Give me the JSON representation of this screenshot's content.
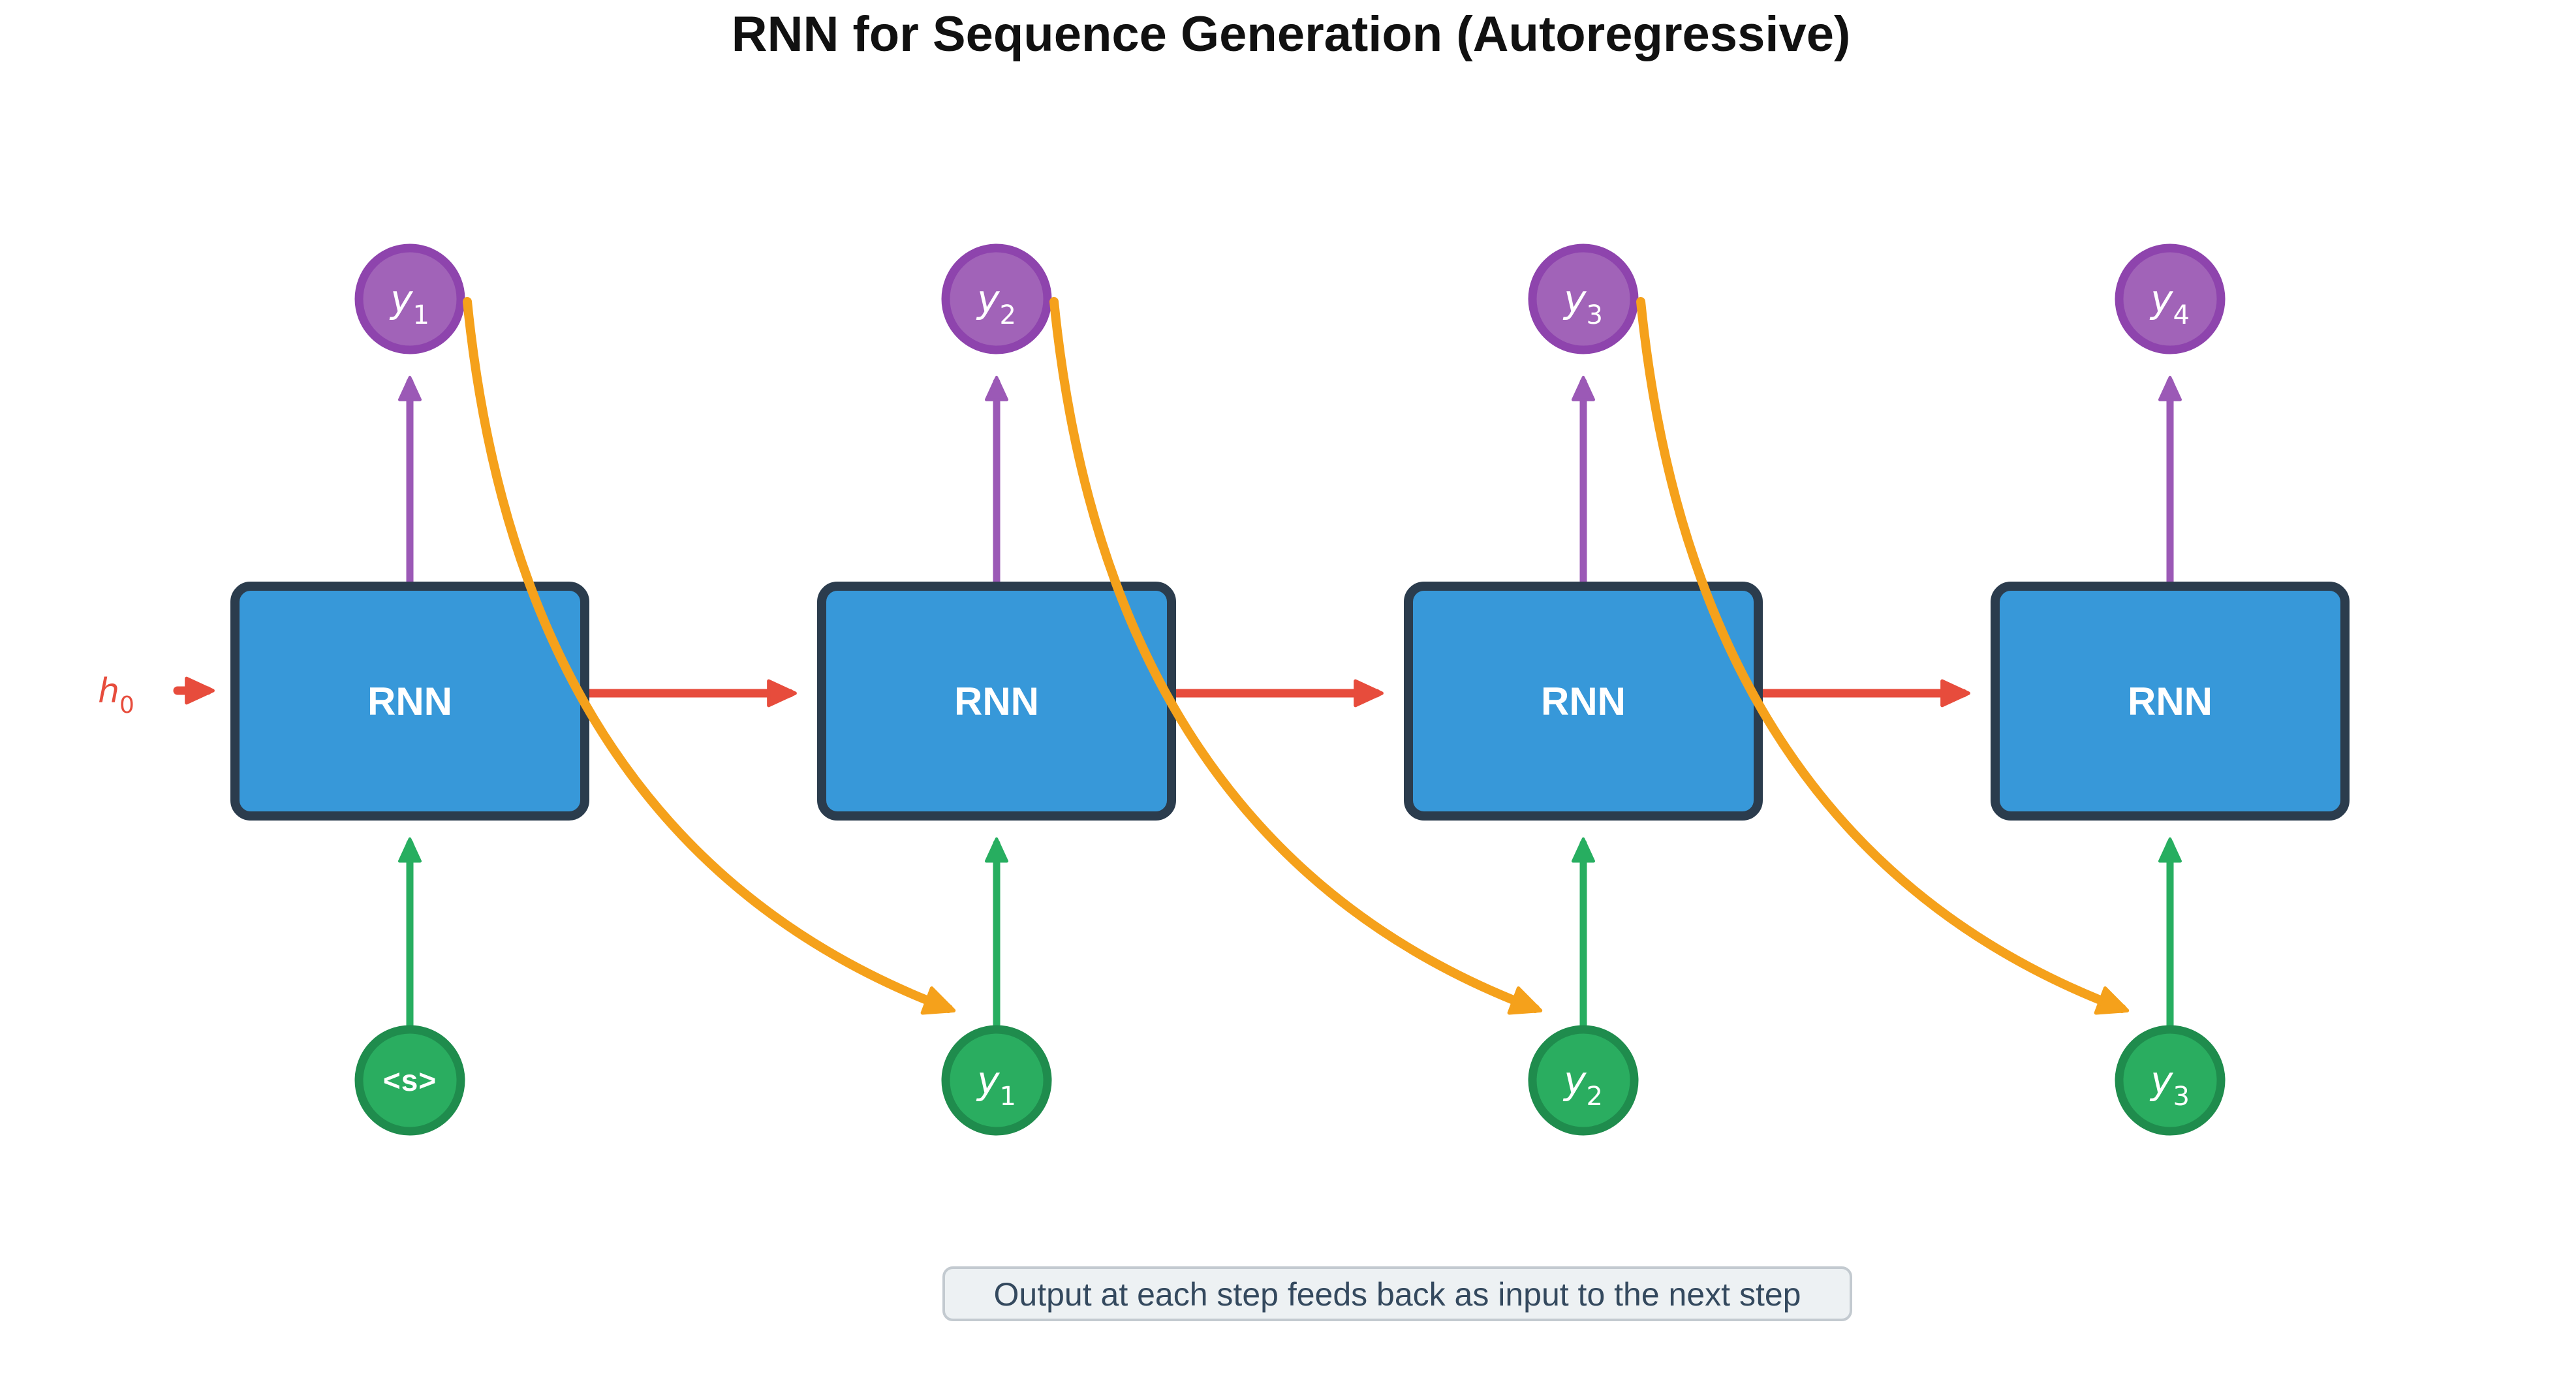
{
  "title": "RNN for Sequence Generation (Autoregressive)",
  "caption": "Output at each step feeds back as input to the next step",
  "block_label": "RNN",
  "initial_state": {
    "base": "h",
    "sub": "0"
  },
  "steps": [
    {
      "index": 1,
      "output": {
        "base": "y",
        "sub": "1"
      },
      "input": {
        "text": "<s>"
      }
    },
    {
      "index": 2,
      "output": {
        "base": "y",
        "sub": "2"
      },
      "input": {
        "base": "y",
        "sub": "1"
      }
    },
    {
      "index": 3,
      "output": {
        "base": "y",
        "sub": "3"
      },
      "input": {
        "base": "y",
        "sub": "2"
      }
    },
    {
      "index": 4,
      "output": {
        "base": "y",
        "sub": "4"
      },
      "input": {
        "base": "y",
        "sub": "3"
      }
    }
  ],
  "diagram": {
    "type": "flow",
    "direction": "left-to-right",
    "steps_count": 4,
    "connections": [
      "h0 -> RNN1",
      "RNN1 -> RNN2",
      "RNN2 -> RNN3",
      "RNN3 -> RNN4",
      "RNN_t -> y_t (output, purple)",
      "input_t -> RNN_t (green)",
      "y1 -> input of step 2 (feedback, orange)",
      "y2 -> input of step 3 (feedback, orange)",
      "y3 -> input of step 4 (feedback, orange)"
    ]
  },
  "colors": {
    "block_fill": "#3798d9",
    "block_border": "#2b3c4d",
    "block_text": "#ffffff",
    "output_fill": "#a163b8",
    "output_border": "#8e44ad",
    "output_text": "#ffffff",
    "input_fill": "#2aad60",
    "input_border": "#1f8c4d",
    "input_text": "#ffffff",
    "hidden_arrow": "#e74c3c",
    "output_arrow": "#9b59b6",
    "input_arrow": "#27ae60",
    "feedback_arrow": "#f5a11b",
    "caption_bg": "#edf1f3",
    "caption_border": "#c3cad0",
    "caption_text": "#34495e",
    "title_text": "#111111",
    "background": "#ffffff"
  }
}
